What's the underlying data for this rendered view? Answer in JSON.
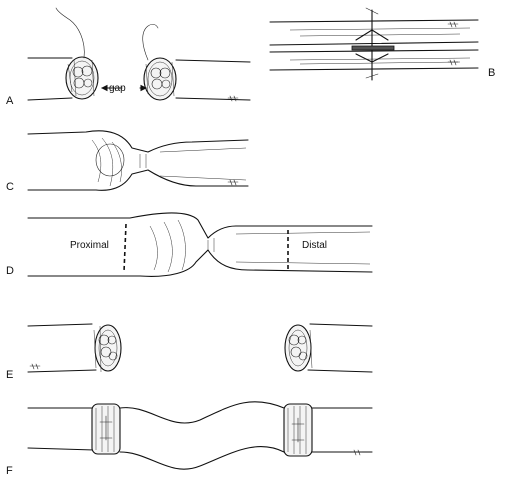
{
  "panels": {
    "a": {
      "letter": "A",
      "gap_label": "gap"
    },
    "b": {
      "letter": "B"
    },
    "c": {
      "letter": "C"
    },
    "d": {
      "letter": "D",
      "proximal_label": "Proximal",
      "distal_label": "Distal"
    },
    "e": {
      "letter": "E"
    },
    "f": {
      "letter": "F"
    }
  }
}
